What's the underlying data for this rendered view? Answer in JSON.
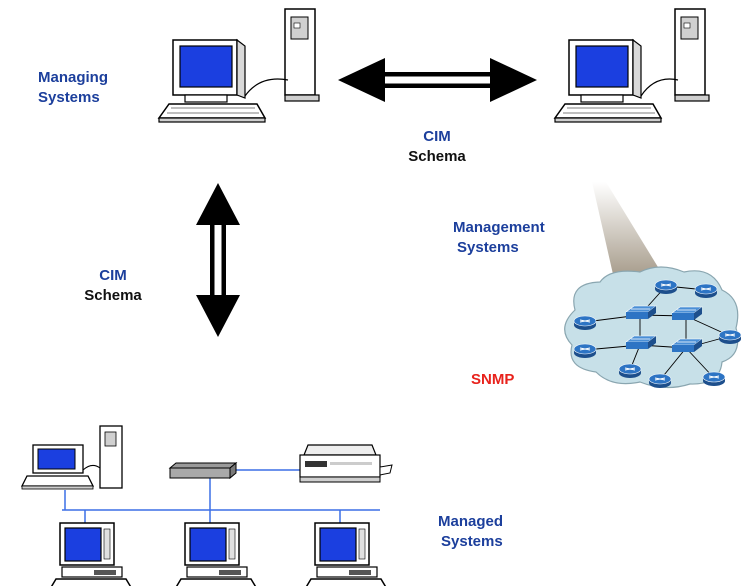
{
  "labels": {
    "managing_line1": "Managing",
    "managing_line2": "Systems",
    "cim_top": "CIM",
    "schema_top": "Schema",
    "cim_left": "CIM",
    "schema_left": "Schema",
    "management_line1": "Management",
    "management_line2": "Systems",
    "snmp": "SNMP",
    "managed_line1": "Managed",
    "managed_line2": "Systems"
  },
  "colors": {
    "blue_label": "#1c3f9c",
    "black_label": "#111111",
    "snmp_red": "#e8221c",
    "screen_blue": "#1b3fe0",
    "network_line": "#3b6fe6",
    "cloud_fill": "#c7e0e8",
    "router_blue": "#2d74c4"
  },
  "icons": [
    "desktop-computer-icon",
    "tower-case-icon",
    "double-arrow-icon",
    "network-cloud-icon",
    "router-icon",
    "hub-icon",
    "printer-icon"
  ]
}
